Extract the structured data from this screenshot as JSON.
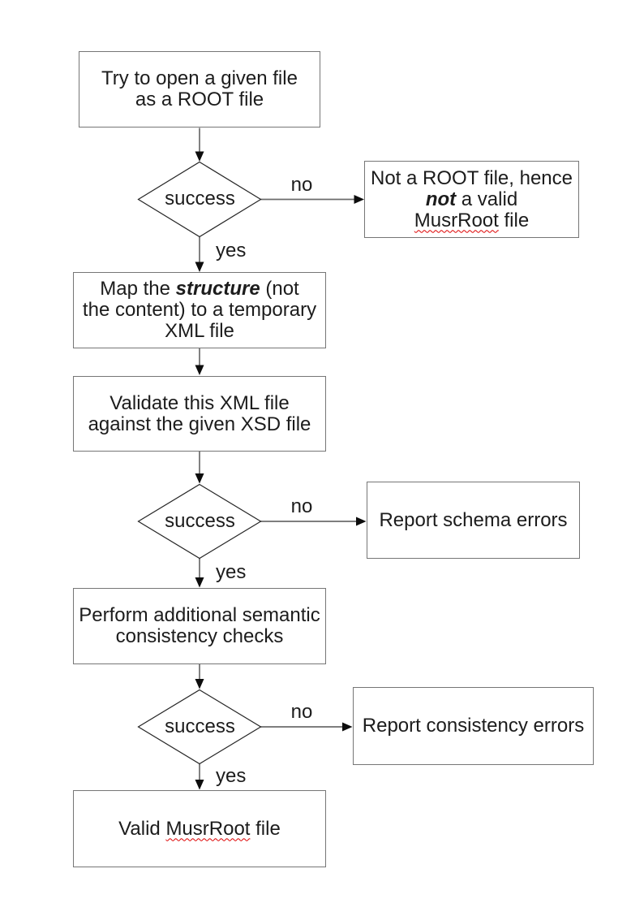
{
  "colors": {
    "background": "#ffffff",
    "box_border": "#767676",
    "diamond_stroke": "#262626",
    "connector_line": "#6b6b6b",
    "arrowhead": "#0d0d0d",
    "text": "#1c1c1c",
    "spellcheck_underline": "#dd0000"
  },
  "flowchart": {
    "start_box": {
      "line1": "Try to open a given file",
      "line2": "as a ROOT file"
    },
    "decision1": {
      "label": "success",
      "no_label": "no",
      "yes_label": "yes"
    },
    "not_root_box": {
      "line1": "Not a ROOT file, hence",
      "line2_emphasis": "not",
      "line2_rest": " a valid",
      "line3_misspelled": "MusrRoot",
      "line3_rest": " file"
    },
    "map_box": {
      "line1_prefix": "Map the ",
      "line1_emphasis": "structure",
      "line1_suffix": " (not",
      "line2": "the content) to a temporary",
      "line3": "XML file"
    },
    "validate_box": {
      "line1": "Validate this XML file",
      "line2": "against the given XSD file"
    },
    "decision2": {
      "label": "success",
      "no_label": "no",
      "yes_label": "yes"
    },
    "schema_errors_box": {
      "label": "Report schema errors"
    },
    "semantic_box": {
      "line1": "Perform additional semantic",
      "line2": "consistency checks"
    },
    "decision3": {
      "label": "success",
      "no_label": "no",
      "yes_label": "yes"
    },
    "consistency_errors_box": {
      "label": "Report consistency errors"
    },
    "valid_box": {
      "prefix": "Valid ",
      "misspelled": "MusrRoot",
      "rest": " file"
    }
  }
}
